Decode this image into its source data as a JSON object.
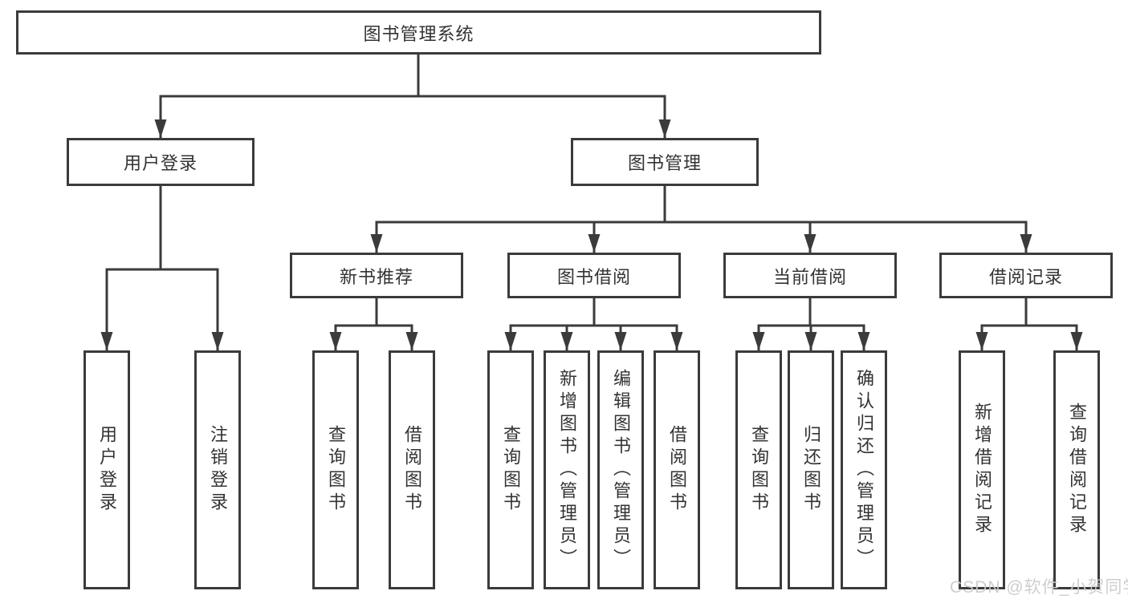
{
  "tree": {
    "root": {
      "label": "图书管理系统"
    },
    "branches": [
      {
        "label": "用户登录",
        "children": [
          {
            "label": "用户登录"
          },
          {
            "label": "注销登录"
          }
        ]
      },
      {
        "label": "图书管理",
        "children": [
          {
            "label": "新书推荐",
            "children": [
              {
                "label": "查询图书"
              },
              {
                "label": "借阅图书"
              }
            ]
          },
          {
            "label": "图书借阅",
            "children": [
              {
                "label": "查询图书"
              },
              {
                "label": "新增图书（管理员）"
              },
              {
                "label": "编辑图书（管理员）"
              },
              {
                "label": "借阅图书"
              }
            ]
          },
          {
            "label": "当前借阅",
            "children": [
              {
                "label": "查询图书"
              },
              {
                "label": "归还图书"
              },
              {
                "label": "确认归还（管理员）"
              }
            ]
          },
          {
            "label": "借阅记录",
            "children": [
              {
                "label": "新增借阅记录"
              },
              {
                "label": "查询借阅记录"
              }
            ]
          }
        ]
      }
    ]
  },
  "watermark": {
    "text": "CSDN @软件_小贺同学"
  }
}
